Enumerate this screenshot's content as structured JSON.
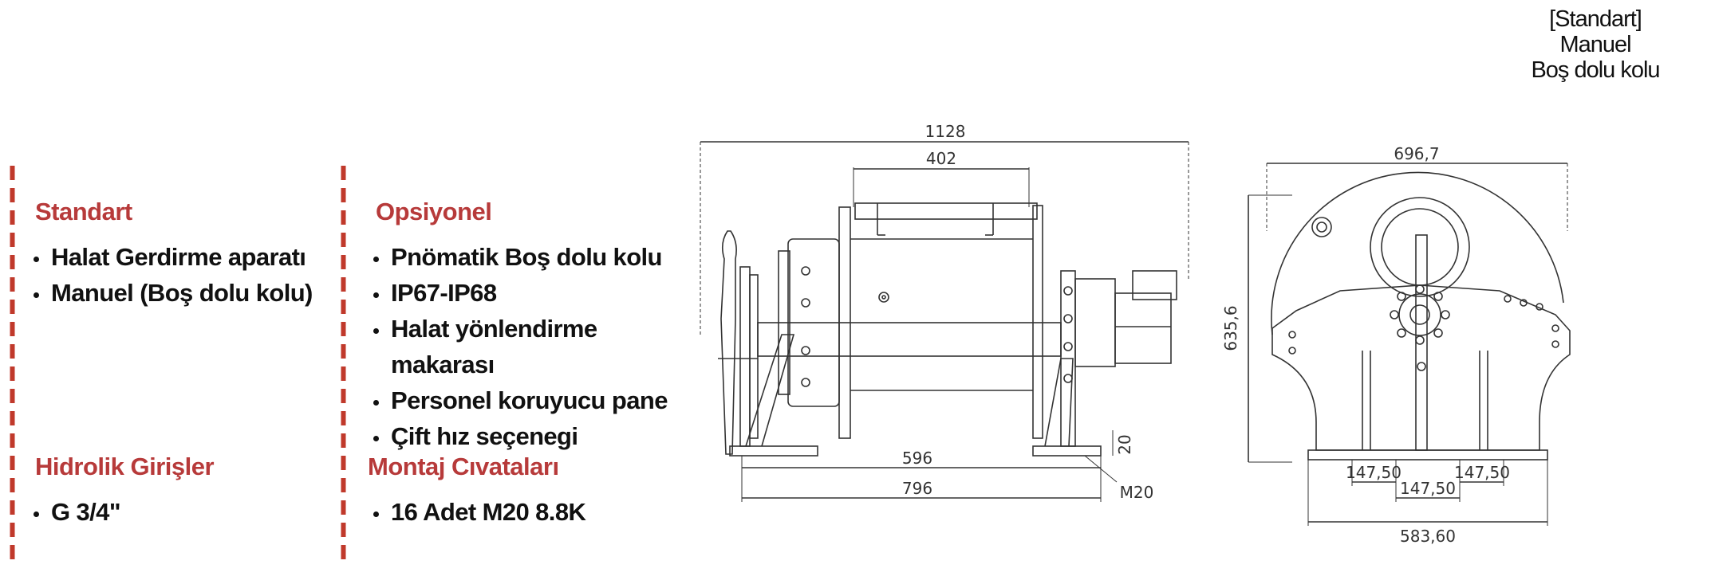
{
  "top_note": {
    "line1": "[Standart]",
    "line2": "Manuel",
    "line3": "Boş dolu kolu"
  },
  "standart": {
    "title": "Standart",
    "items": [
      "Halat Gerdirme aparatı",
      "Manuel (Boş dolu kolu)"
    ]
  },
  "opsiyonel": {
    "title": "Opsiyonel",
    "items": [
      "Pnömatik Boş dolu kolu",
      "IP67-IP68",
      "Halat yönlendirme",
      "makarası",
      "Personel koruyucu pane",
      "Çift hız seçenegi"
    ]
  },
  "hidrolik": {
    "title": "Hidrolik Girişler",
    "items": [
      "G 3/4\""
    ]
  },
  "montaj": {
    "title": "Montaj Cıvataları",
    "items": [
      "16 Adet M20 8.8K"
    ]
  },
  "drawing": {
    "side": {
      "overall_width": "1128",
      "drum_width": "402",
      "base_inner": "596",
      "base_outer": "796",
      "base_height": "20",
      "bolt": "M20"
    },
    "front": {
      "width": "696,7",
      "height": "635,6",
      "hole_left": "147,50",
      "hole_right": "147,50",
      "hole_center": "147,50",
      "base_width": "583,60"
    }
  },
  "colors": {
    "accent": "#b73a3a",
    "text": "#111111",
    "line": "#333333"
  }
}
